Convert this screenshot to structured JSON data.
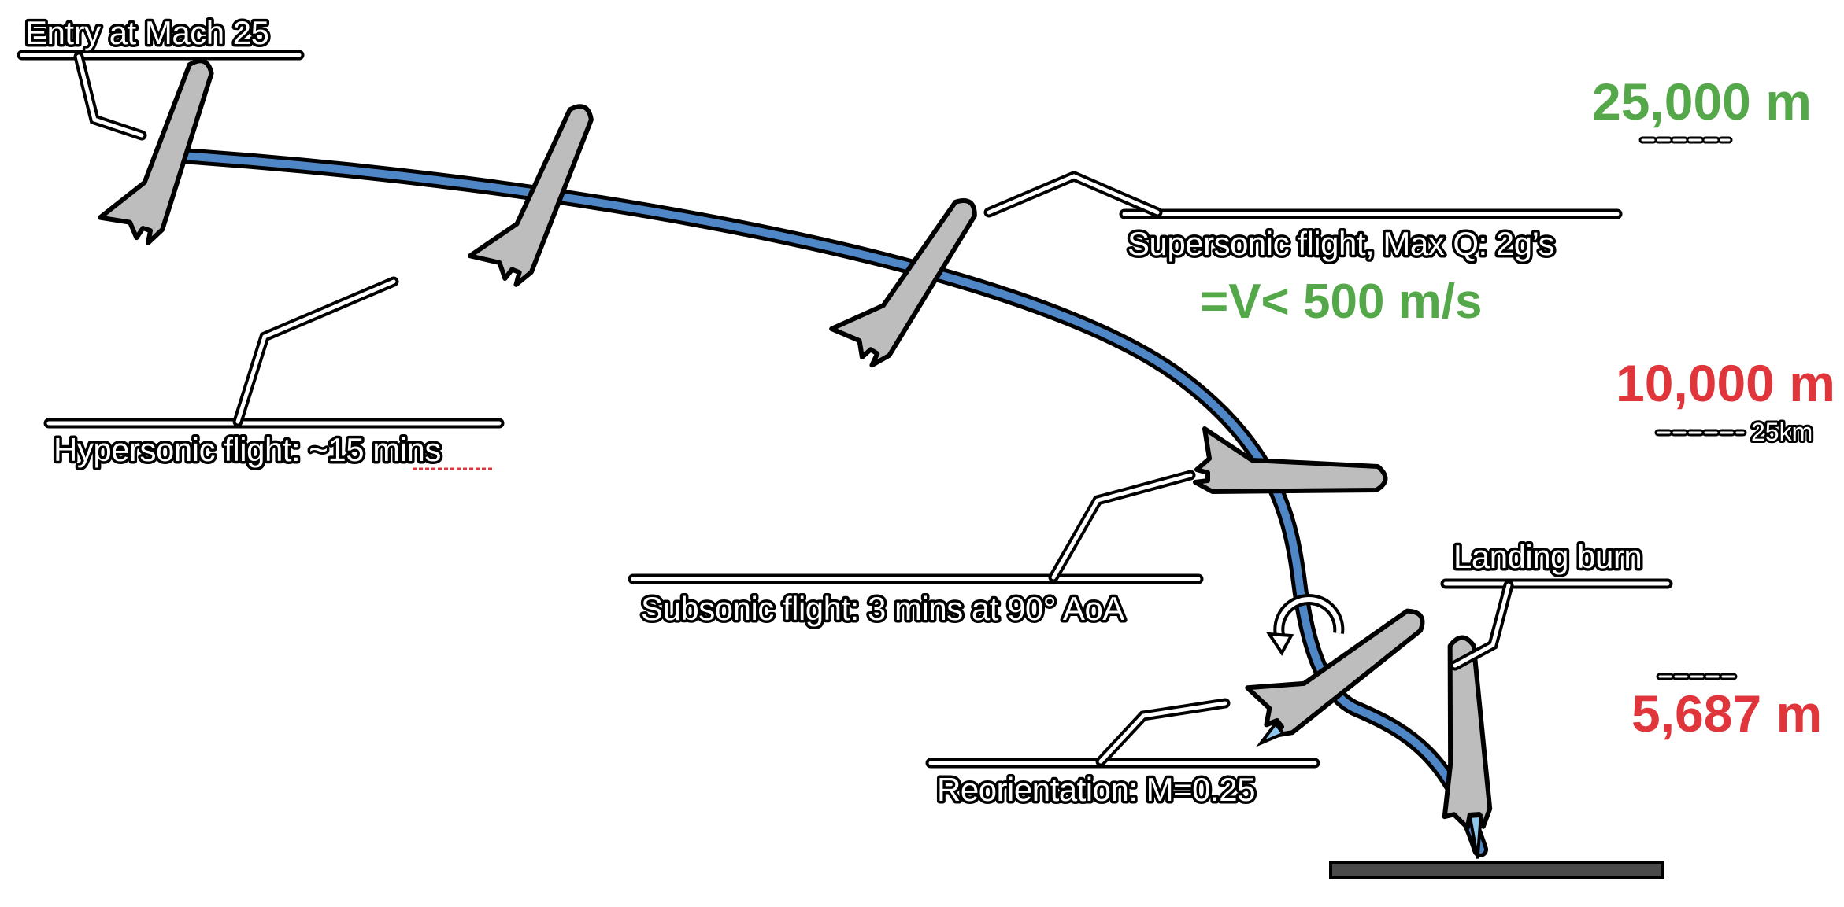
{
  "labels": {
    "entry": "Entry at Mach 25",
    "hypersonic": "Hypersonic flight: ~15 mins",
    "supersonic": "Supersonic flight, Max Q: 2g’s",
    "subsonic": "Subsonic flight: 3 mins at 90° AoA",
    "reorientation": "Reorientation: M=0.25",
    "landing_burn": "Landing burn"
  },
  "annotations": {
    "speed_limit": "=V< 500 m/s",
    "scale_25km": "25km"
  },
  "altitudes": [
    {
      "text": "25,000 m",
      "color": "green"
    },
    {
      "text": "10,000 m",
      "color": "red"
    },
    {
      "text": "5,687 m",
      "color": "red"
    }
  ],
  "colors": {
    "trajectory": "#4f86c6",
    "ship_fill": "#bdbdbd",
    "green": "#55a84a",
    "red": "#e0353b",
    "landing_pad": "#4a4a4a",
    "exhaust": "#8fc6ee"
  },
  "icons": [
    "starship-icon",
    "rotation-arrow-icon",
    "landing-pad-icon"
  ]
}
